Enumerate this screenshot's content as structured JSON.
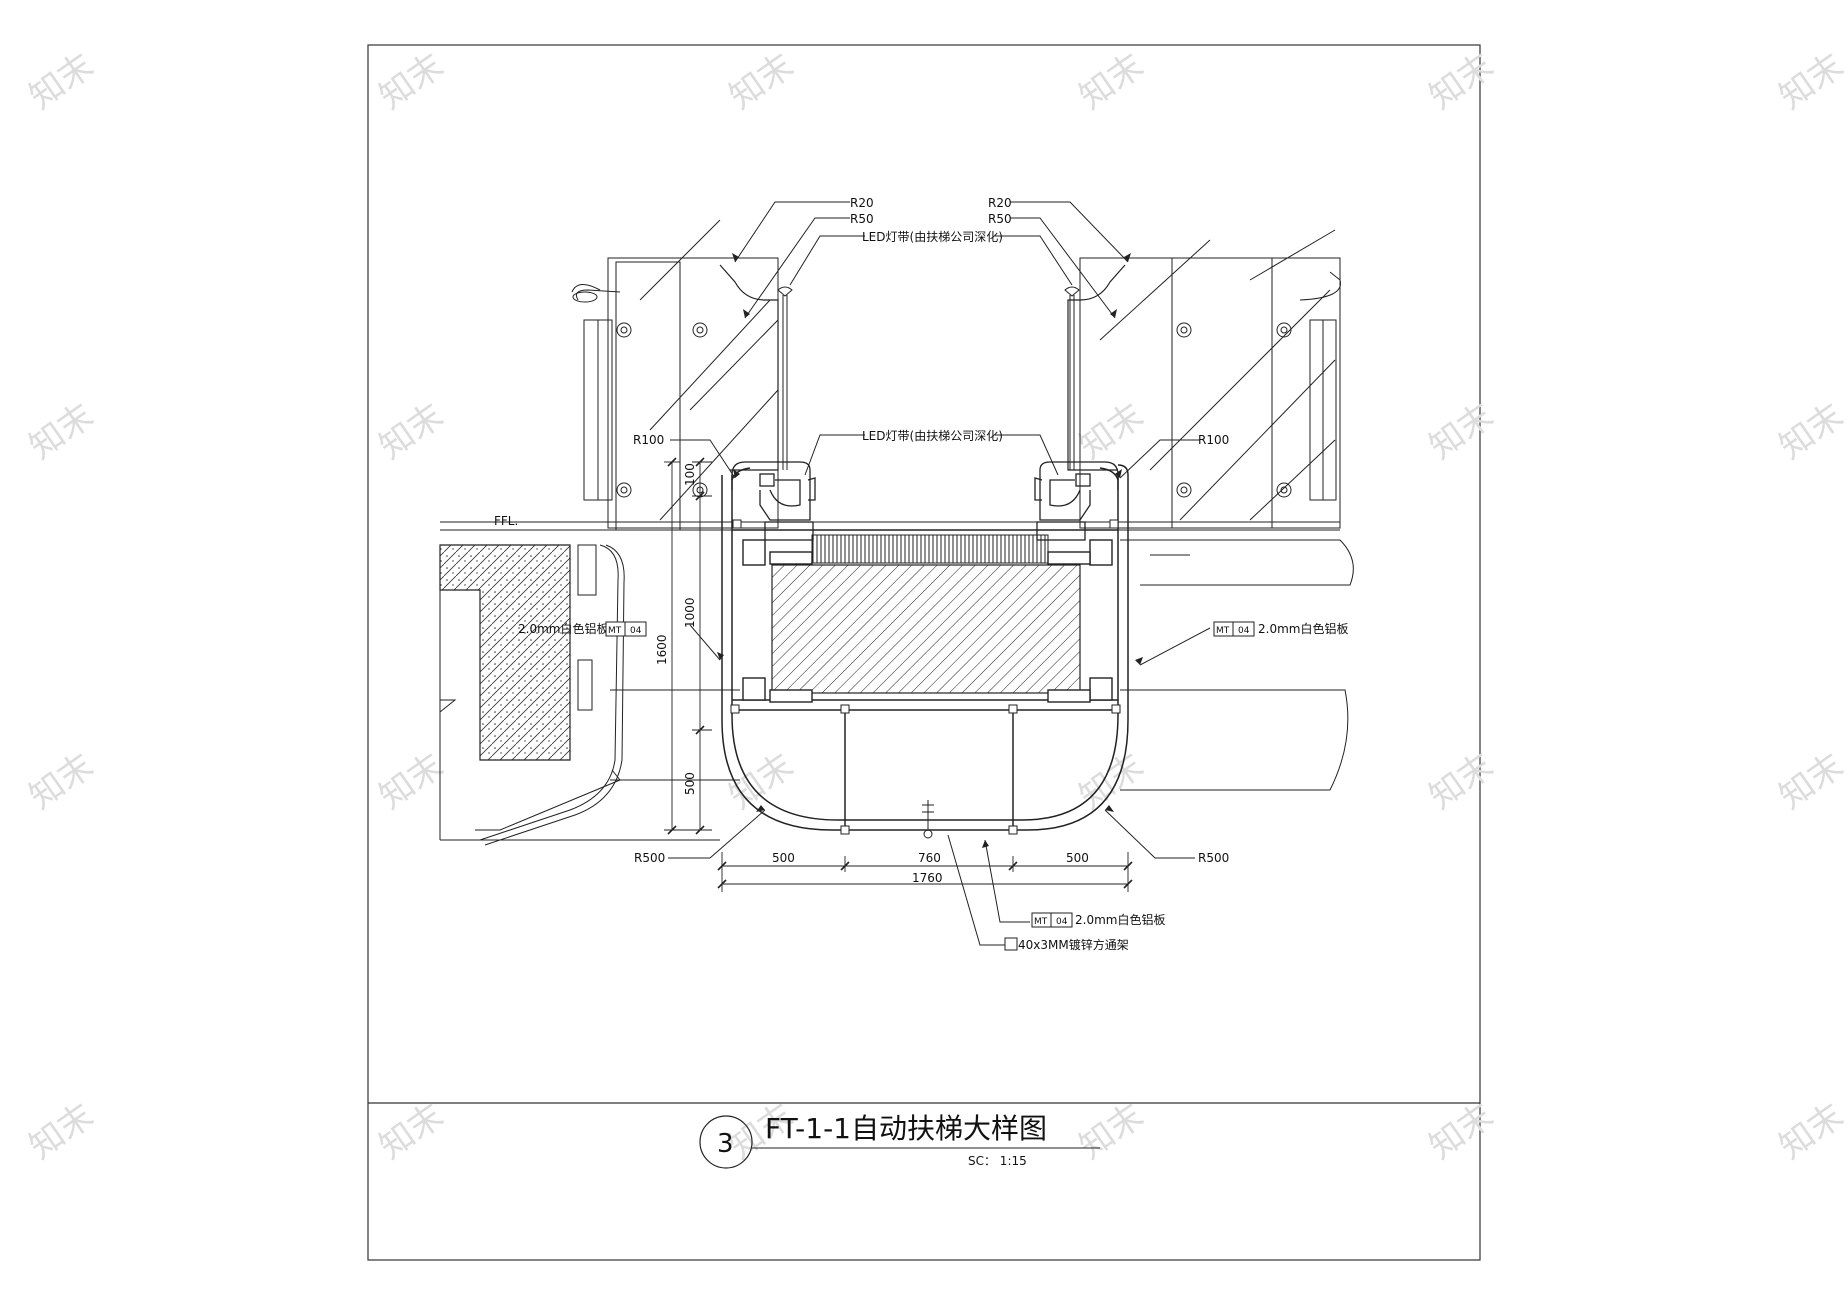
{
  "watermark": "知末",
  "labels": {
    "r20": "R20",
    "r50": "R50",
    "r100": "R100",
    "r500": "R500",
    "led": "LED灯带(由扶梯公司深化)",
    "ffl": "FFL.",
    "mt_code": "MT",
    "mt_num": "04",
    "panel": "2.0mm白色铝板",
    "steel": "40x3MM镀锌方通架"
  },
  "dimensions": {
    "d100": "100",
    "d1000": "1000",
    "d1600": "1600",
    "d500_v": "500",
    "d500_left": "500",
    "d760": "760",
    "d500_right": "500",
    "d1760": "1760"
  },
  "title": {
    "number": "3",
    "name": "FT-1-1自动扶梯大样图",
    "scale": "SC： 1:15"
  }
}
